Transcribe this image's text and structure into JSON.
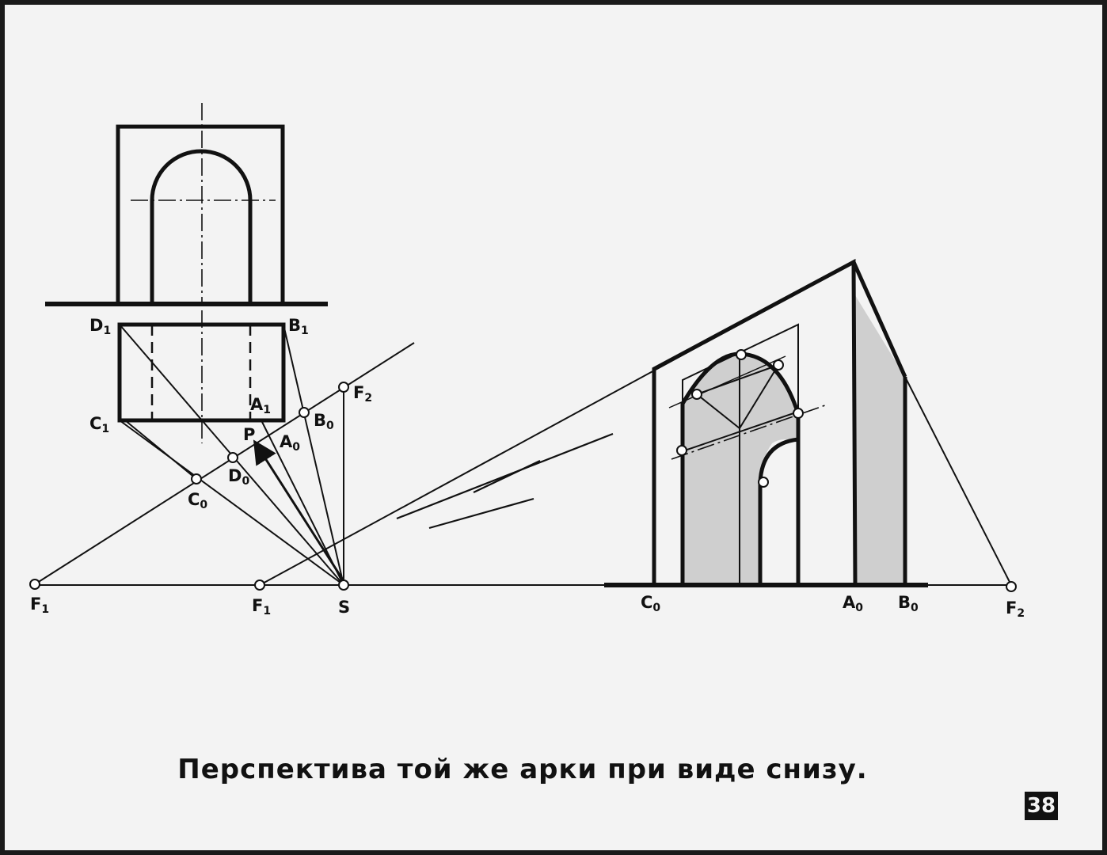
{
  "caption": "Перспектива той же арки при виде снизу.",
  "page_number": "38",
  "labels": {
    "D1": {
      "main": "D",
      "sub": "1"
    },
    "B1": {
      "main": "B",
      "sub": "1"
    },
    "C1": {
      "main": "C",
      "sub": "1"
    },
    "A1": {
      "main": "A",
      "sub": "1"
    },
    "P": {
      "main": "P",
      "sub": ""
    },
    "B0_left": {
      "main": "B",
      "sub": "0"
    },
    "A0_left": {
      "main": "A",
      "sub": "0"
    },
    "D0": {
      "main": "D",
      "sub": "0"
    },
    "C0_left": {
      "main": "C",
      "sub": "0"
    },
    "F2_left": {
      "main": "F",
      "sub": "2"
    },
    "F1_far": {
      "main": "F",
      "sub": "1"
    },
    "F1_near": {
      "main": "F",
      "sub": "1"
    },
    "S": {
      "main": "S",
      "sub": ""
    },
    "C0_right": {
      "main": "C",
      "sub": "0"
    },
    "A0_right": {
      "main": "A",
      "sub": "0"
    },
    "B0_right": {
      "main": "B",
      "sub": "0"
    },
    "F2_right": {
      "main": "F",
      "sub": "2"
    }
  },
  "colors": {
    "ink": "#111111",
    "shade": "#cfcfcf",
    "paper": "#f3f3f3"
  }
}
